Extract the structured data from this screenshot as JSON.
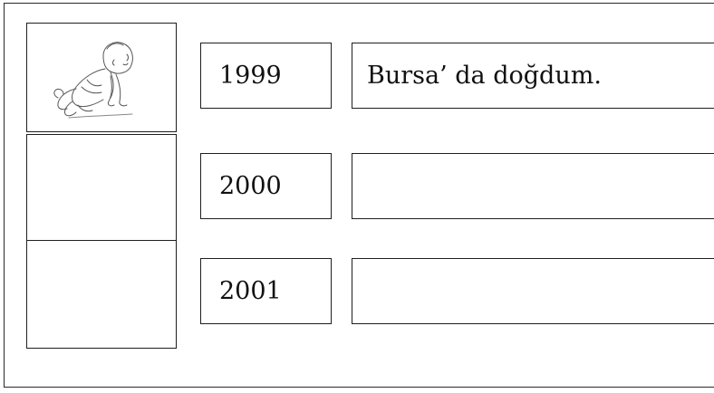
{
  "timeline": {
    "rows": [
      {
        "year": "1999",
        "note": "Bursa’ da doğdum.",
        "picture": "crawling-baby"
      },
      {
        "year": "2000",
        "note": "",
        "picture": ""
      },
      {
        "year": "2001",
        "note": "",
        "picture": ""
      }
    ]
  },
  "icons": {
    "baby": "crawling-baby-drawing"
  }
}
